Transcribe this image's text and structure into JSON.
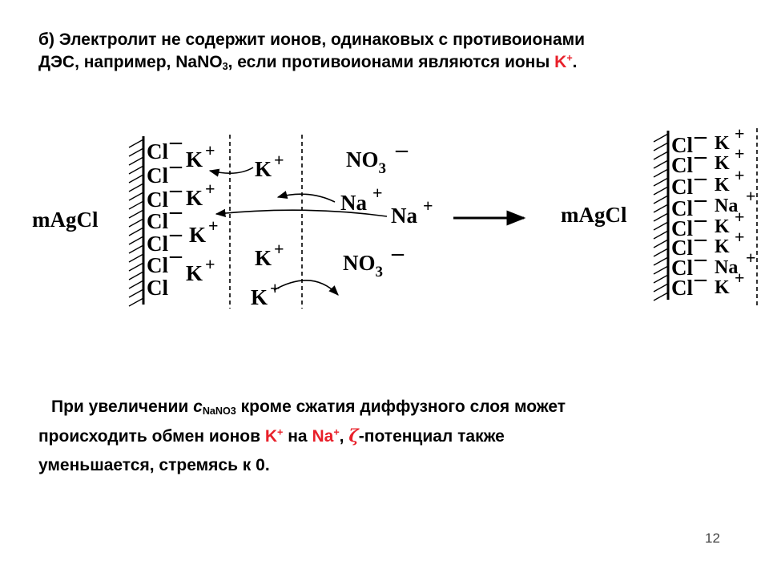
{
  "heading": {
    "line1": "б) Электролит не содержит ионов, одинаковых с противоионами",
    "line2_pre": "ДЭС, например, NaNO",
    "line2_sub": "3",
    "line2_mid": ", если противоионами являются ионы ",
    "line2_ion": "K",
    "line2_ion_charge": "+",
    "line2_end": "."
  },
  "diagram": {
    "left_label": "mAgCl",
    "right_label": "mAgCl",
    "cl": "Cl",
    "k": "K",
    "na": "Na",
    "no3": "NO",
    "no3_sub": "3",
    "plus": "+",
    "minus": "–"
  },
  "paragraph": {
    "part1": "При увеличении ",
    "c_letter": "c",
    "c_sub": "NaNO3",
    "part2": " кроме сжатия диффузного слоя может",
    "part3": "происходить обмен ионов ",
    "ion1": "K",
    "ion1_charge": "+",
    "part4": " на ",
    "ion2": "Na",
    "ion2_charge": "+",
    "part5": ", ",
    "zeta": "ζ",
    "part6": "-потенциал также",
    "part7": "уменьшается, стремясь к 0."
  },
  "page_number": "12"
}
